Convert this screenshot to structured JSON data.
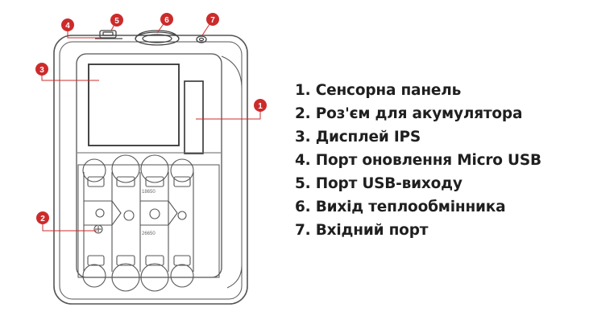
{
  "colors": {
    "callout": "#cc2b2b",
    "outline": "#555555",
    "text": "#1f1f1f"
  },
  "callouts": [
    {
      "num": "1",
      "target": "touch-panel"
    },
    {
      "num": "2",
      "target": "battery-connector"
    },
    {
      "num": "3",
      "target": "ips-display"
    },
    {
      "num": "4",
      "target": "micro-usb-update-port"
    },
    {
      "num": "5",
      "target": "usb-output-port"
    },
    {
      "num": "6",
      "target": "heat-exchanger-outlet"
    },
    {
      "num": "7",
      "target": "input-port"
    }
  ],
  "legend": [
    "1. Сенсорна панель",
    "2. Роз'єм для акумулятора",
    "3. Дисплей IPS",
    "4. Порт оновлення Micro USB",
    "5. Порт USB-виходу",
    "6. Вихід теплообмінника",
    "7. Вхідний порт"
  ]
}
